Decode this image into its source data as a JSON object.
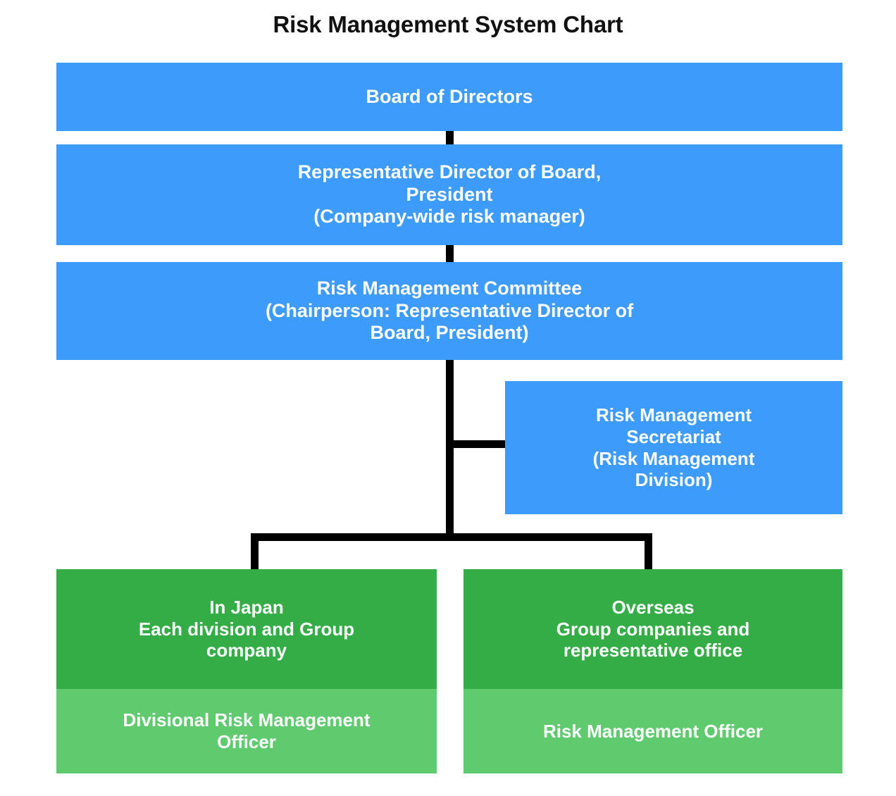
{
  "chart": {
    "title": "Risk Management System Chart",
    "type": "org-chart",
    "colors": {
      "blue": "#3d9bfb",
      "green_dark": "#35ad47",
      "green_light": "#5fcb6e",
      "connector": "#000000",
      "title_text": "#111111",
      "node_text": "#ffffff",
      "background": "#ffffff"
    },
    "nodes": {
      "board": {
        "id": "board-of-directors",
        "lines": [
          "Board of Directors"
        ]
      },
      "president": {
        "id": "representative-director-president",
        "lines": [
          "Representative Director of Board,",
          "President",
          "(Company-wide risk manager)"
        ]
      },
      "committee": {
        "id": "risk-management-committee",
        "lines": [
          "Risk Management Committee",
          "(Chairperson: Representative Director of",
          "Board, President)"
        ]
      },
      "secretariat": {
        "id": "risk-management-secretariat",
        "lines": [
          "Risk Management",
          "Secretariat",
          "(Risk Management",
          "Division)"
        ]
      },
      "japan": {
        "id": "in-japan-group",
        "head_lines": [
          "In Japan",
          "Each division and Group",
          "company"
        ],
        "sub_lines": [
          "Divisional Risk Management",
          "Officer"
        ]
      },
      "overseas": {
        "id": "overseas-group",
        "head_lines": [
          "Overseas",
          "Group companies and",
          "representative office"
        ],
        "sub_lines": [
          "Risk Management Officer"
        ]
      }
    },
    "edges": [
      {
        "from": "board",
        "to": "president",
        "style": "vertical"
      },
      {
        "from": "president",
        "to": "committee",
        "style": "vertical"
      },
      {
        "from": "committee",
        "to": "secretariat",
        "style": "elbow-right"
      },
      {
        "from": "committee",
        "to": "japan",
        "style": "bus-drop"
      },
      {
        "from": "committee",
        "to": "overseas",
        "style": "bus-drop"
      }
    ]
  }
}
